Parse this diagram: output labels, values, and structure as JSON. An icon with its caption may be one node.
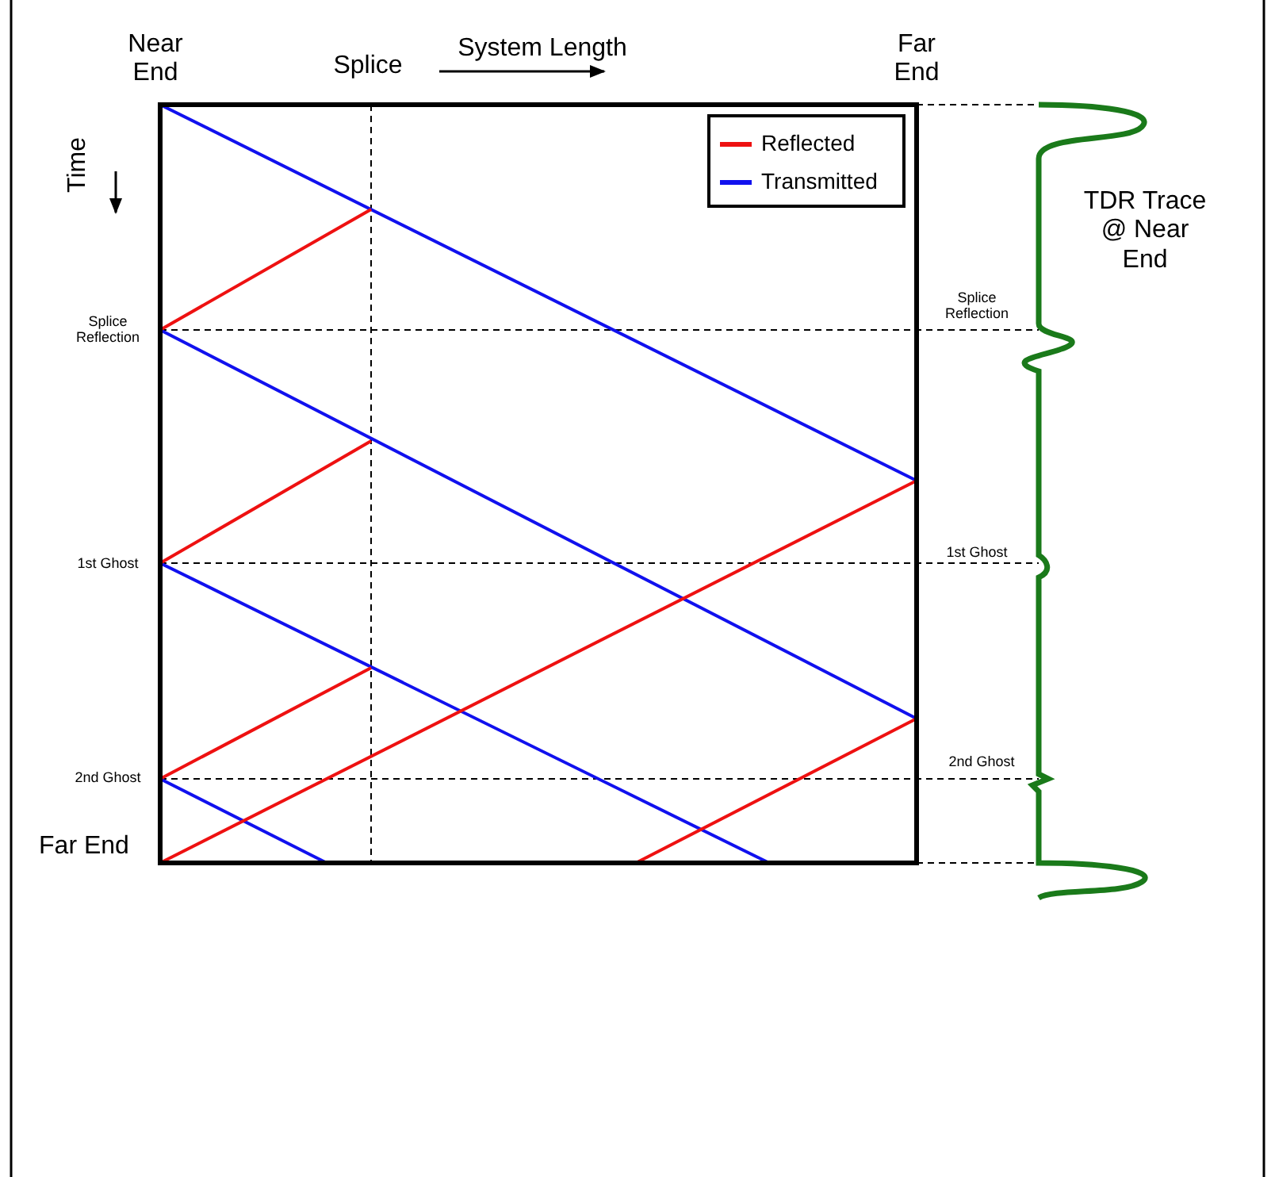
{
  "diagram": {
    "labels": [
      "Near End",
      "Splice",
      "System Length",
      "Far End",
      "Time",
      "TDR Trace @ Near End",
      "Splice Reflection",
      "Splice Reflection",
      "1st Ghost",
      "1st Ghost",
      "2nd Ghost",
      "2nd Ghost",
      "Far End"
    ],
    "legend": [
      {
        "text": "Reflected",
        "color": "#ee1111"
      },
      {
        "text": "Transmitted",
        "color": "#1111ee"
      }
    ]
  }
}
